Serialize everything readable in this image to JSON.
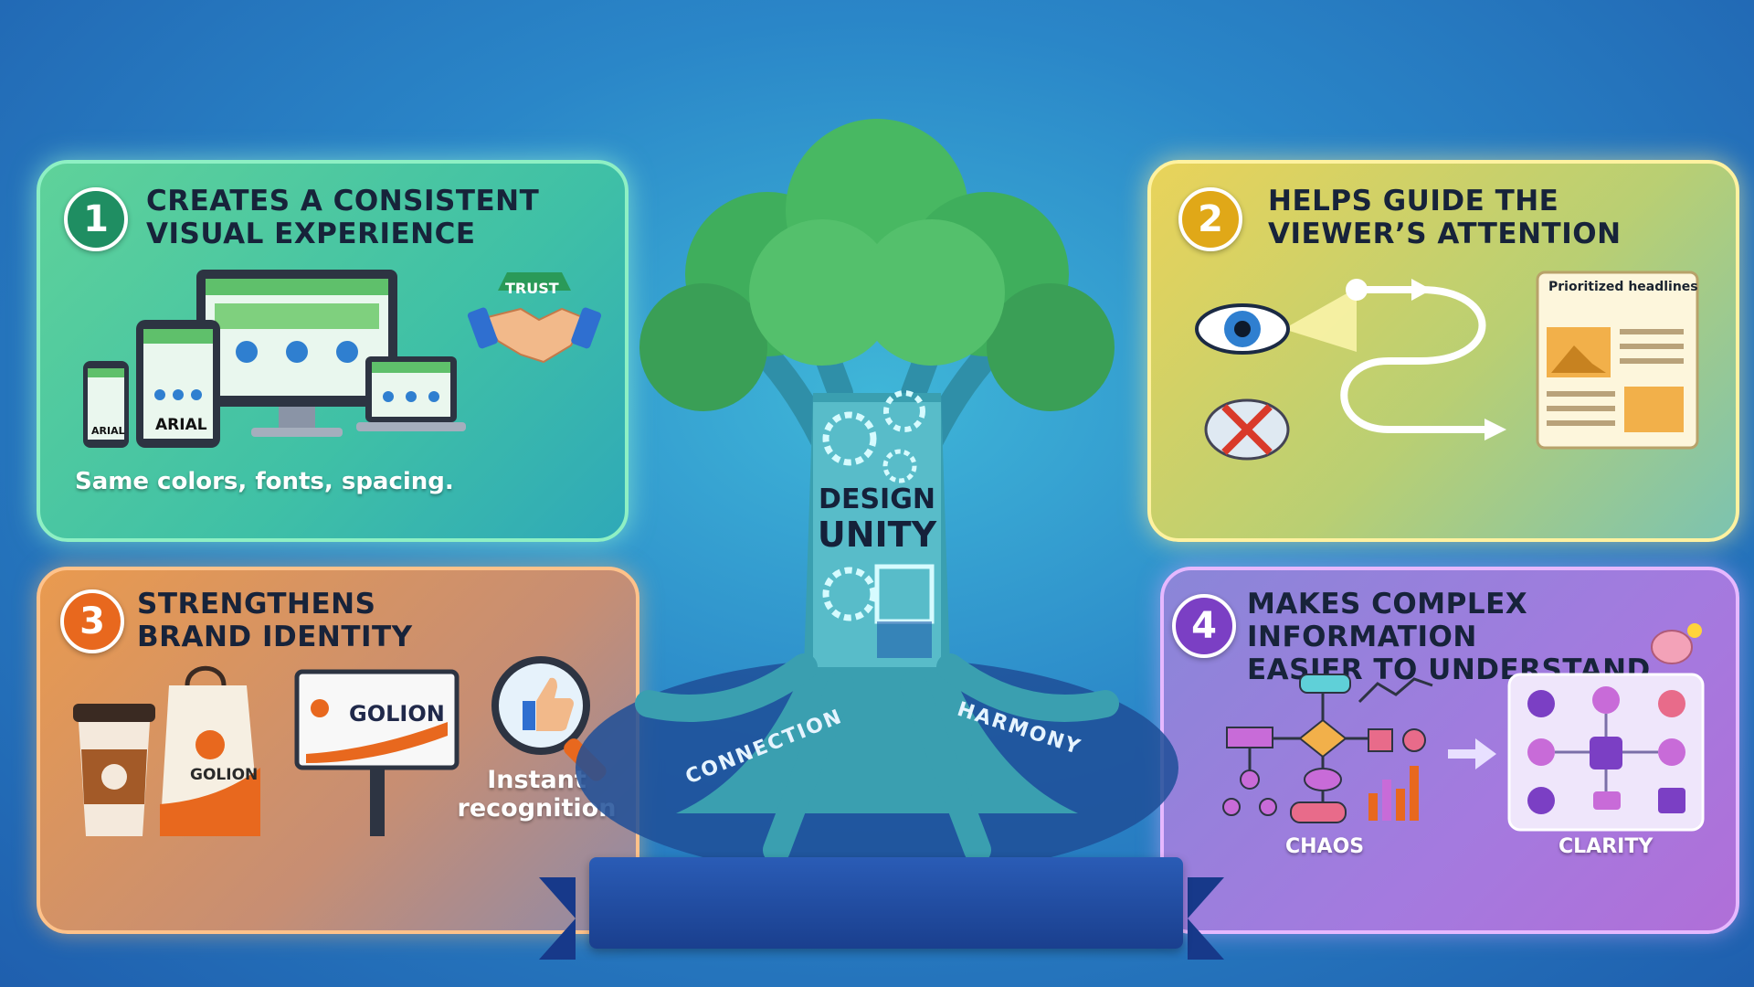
{
  "center": {
    "title_line1": "DESIGN",
    "title_line2": "UNITY",
    "root_left": "CONNECTION",
    "root_right": "HARMONY"
  },
  "panel1": {
    "number": "1",
    "title_line1": "CREATES A CONSISTENT",
    "title_line2": "VISUAL EXPERIENCE",
    "badge": "TRUST",
    "device_label": "ARIAL",
    "phone_label": "ARIAL",
    "caption": "Same colors, fonts, spacing."
  },
  "panel2": {
    "number": "2",
    "title_line1": "HELPS GUIDE THE",
    "title_line2": "VIEWER’S ATTENTION",
    "card_label": "Prioritized headlines"
  },
  "panel3": {
    "number": "3",
    "title_line1": "STRENGTHENS",
    "title_line2": "BRAND IDENTITY",
    "brand": "GOLION",
    "bag_brand": "GOLION",
    "caption_line1": "Instant",
    "caption_line2": "recognition"
  },
  "panel4": {
    "number": "4",
    "title_line1": "MAKES COMPLEX INFORMATION",
    "title_line2": "EASIER TO UNDERSTAND",
    "left_label": "CHAOS",
    "right_label": "CLARITY"
  },
  "colors": {
    "green": "#1f8e62",
    "yellow": "#e0a818",
    "orange": "#e8681e",
    "purple": "#7b3fc4"
  }
}
